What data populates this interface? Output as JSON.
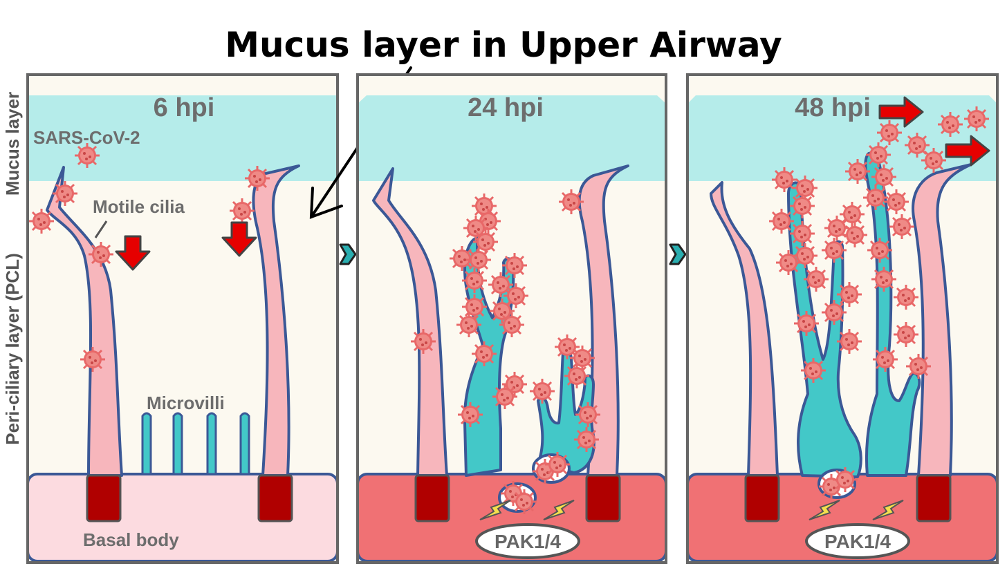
{
  "title": "Mucus layer in Upper Airway",
  "side_labels": {
    "mucus": "Mucus layer",
    "pcl": "Peri-ciliary layer (PCL)"
  },
  "panels": [
    {
      "time": "6 hpi"
    },
    {
      "time": "24 hpi",
      "signal": "PAK1/4"
    },
    {
      "time": "48 hpi",
      "signal": "PAK1/4"
    }
  ],
  "labels": {
    "virus": "SARS-CoV-2",
    "cilia": "Motile cilia",
    "microvilli": "Microvilli",
    "basal": "Basal body"
  },
  "colors": {
    "mucus": "#b5ecea",
    "pcl": "#fcf9f0",
    "cilia_fill": "#f7b6bc",
    "cilia_outline": "#3b5896",
    "infected_cilia": "#43c8c8",
    "healthy_cell": "#fcdbe0",
    "infected_cell": "#f07174",
    "basal_body": "#b00000",
    "virus": "#e86868",
    "arrow_red": "#e60000"
  },
  "icons": [
    "virus-icon",
    "down-arrow-icon",
    "right-arrow-icon",
    "transition-arrow-icon",
    "lightning-icon"
  ]
}
